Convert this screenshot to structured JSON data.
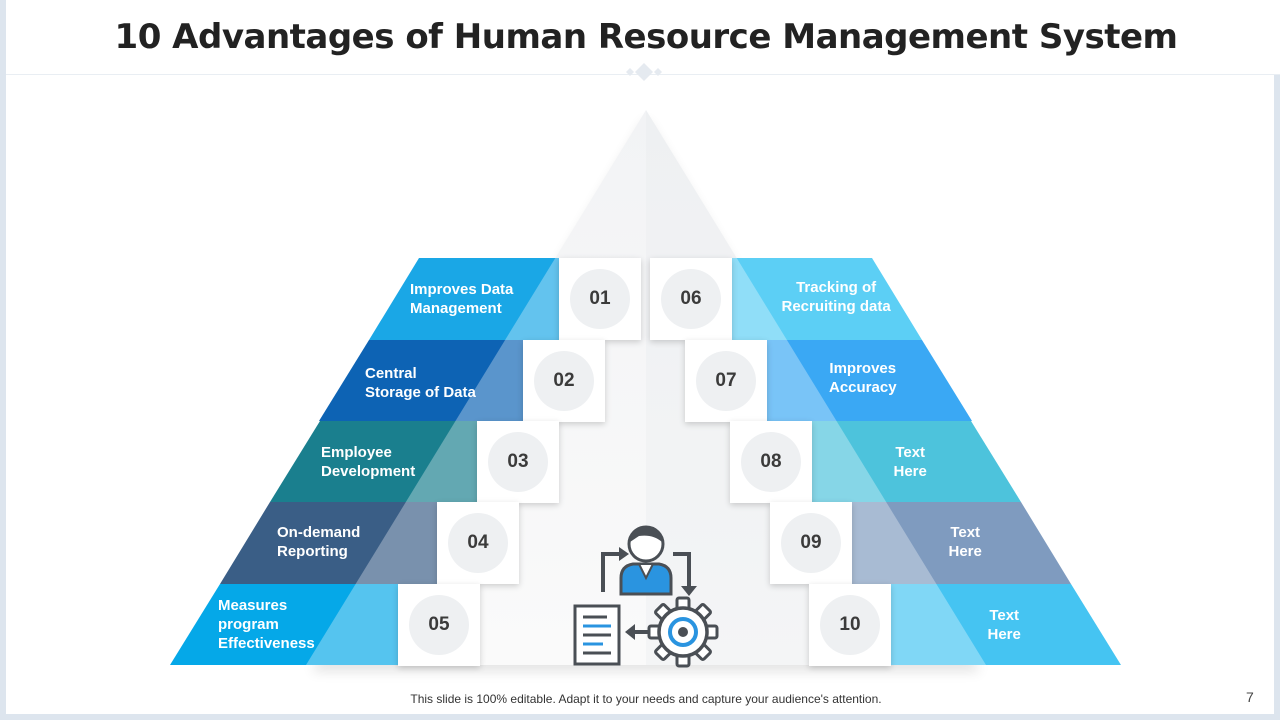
{
  "title": "10 Advantages of Human Resource Management System",
  "footer": "This slide is 100% editable. Adapt it to your needs and capture your audience's attention.",
  "page_number": "7",
  "left_items": [
    {
      "number": "01",
      "lines": [
        "Improves Data",
        "Management"
      ],
      "color": "#1aa7e6"
    },
    {
      "number": "02",
      "lines": [
        "Central",
        "Storage of Data"
      ],
      "color": "#0d63b4"
    },
    {
      "number": "03",
      "lines": [
        "Employee",
        "Development"
      ],
      "color": "#1a7f8e"
    },
    {
      "number": "04",
      "lines": [
        "On-demand",
        "Reporting"
      ],
      "color": "#3a5e86"
    },
    {
      "number": "05",
      "lines": [
        "Measures",
        "program",
        "Effectiveness"
      ],
      "color": "#05a8e8"
    }
  ],
  "right_items": [
    {
      "number": "06",
      "lines": [
        "Tracking of",
        "Recruiting data"
      ],
      "color": "#5ccff5"
    },
    {
      "number": "07",
      "lines": [
        "Improves",
        "Accuracy"
      ],
      "color": "#3aa8f4"
    },
    {
      "number": "08",
      "lines": [
        "Text",
        "Here"
      ],
      "color": "#4dc3dc"
    },
    {
      "number": "09",
      "lines": [
        "Text",
        "Here"
      ],
      "color": "#7f9bbf"
    },
    {
      "number": "10",
      "lines": [
        "Text",
        "Here"
      ],
      "color": "#45c4f2"
    }
  ],
  "icon_colors": {
    "gray": "#4a4f55",
    "blue": "#2a94e0"
  }
}
